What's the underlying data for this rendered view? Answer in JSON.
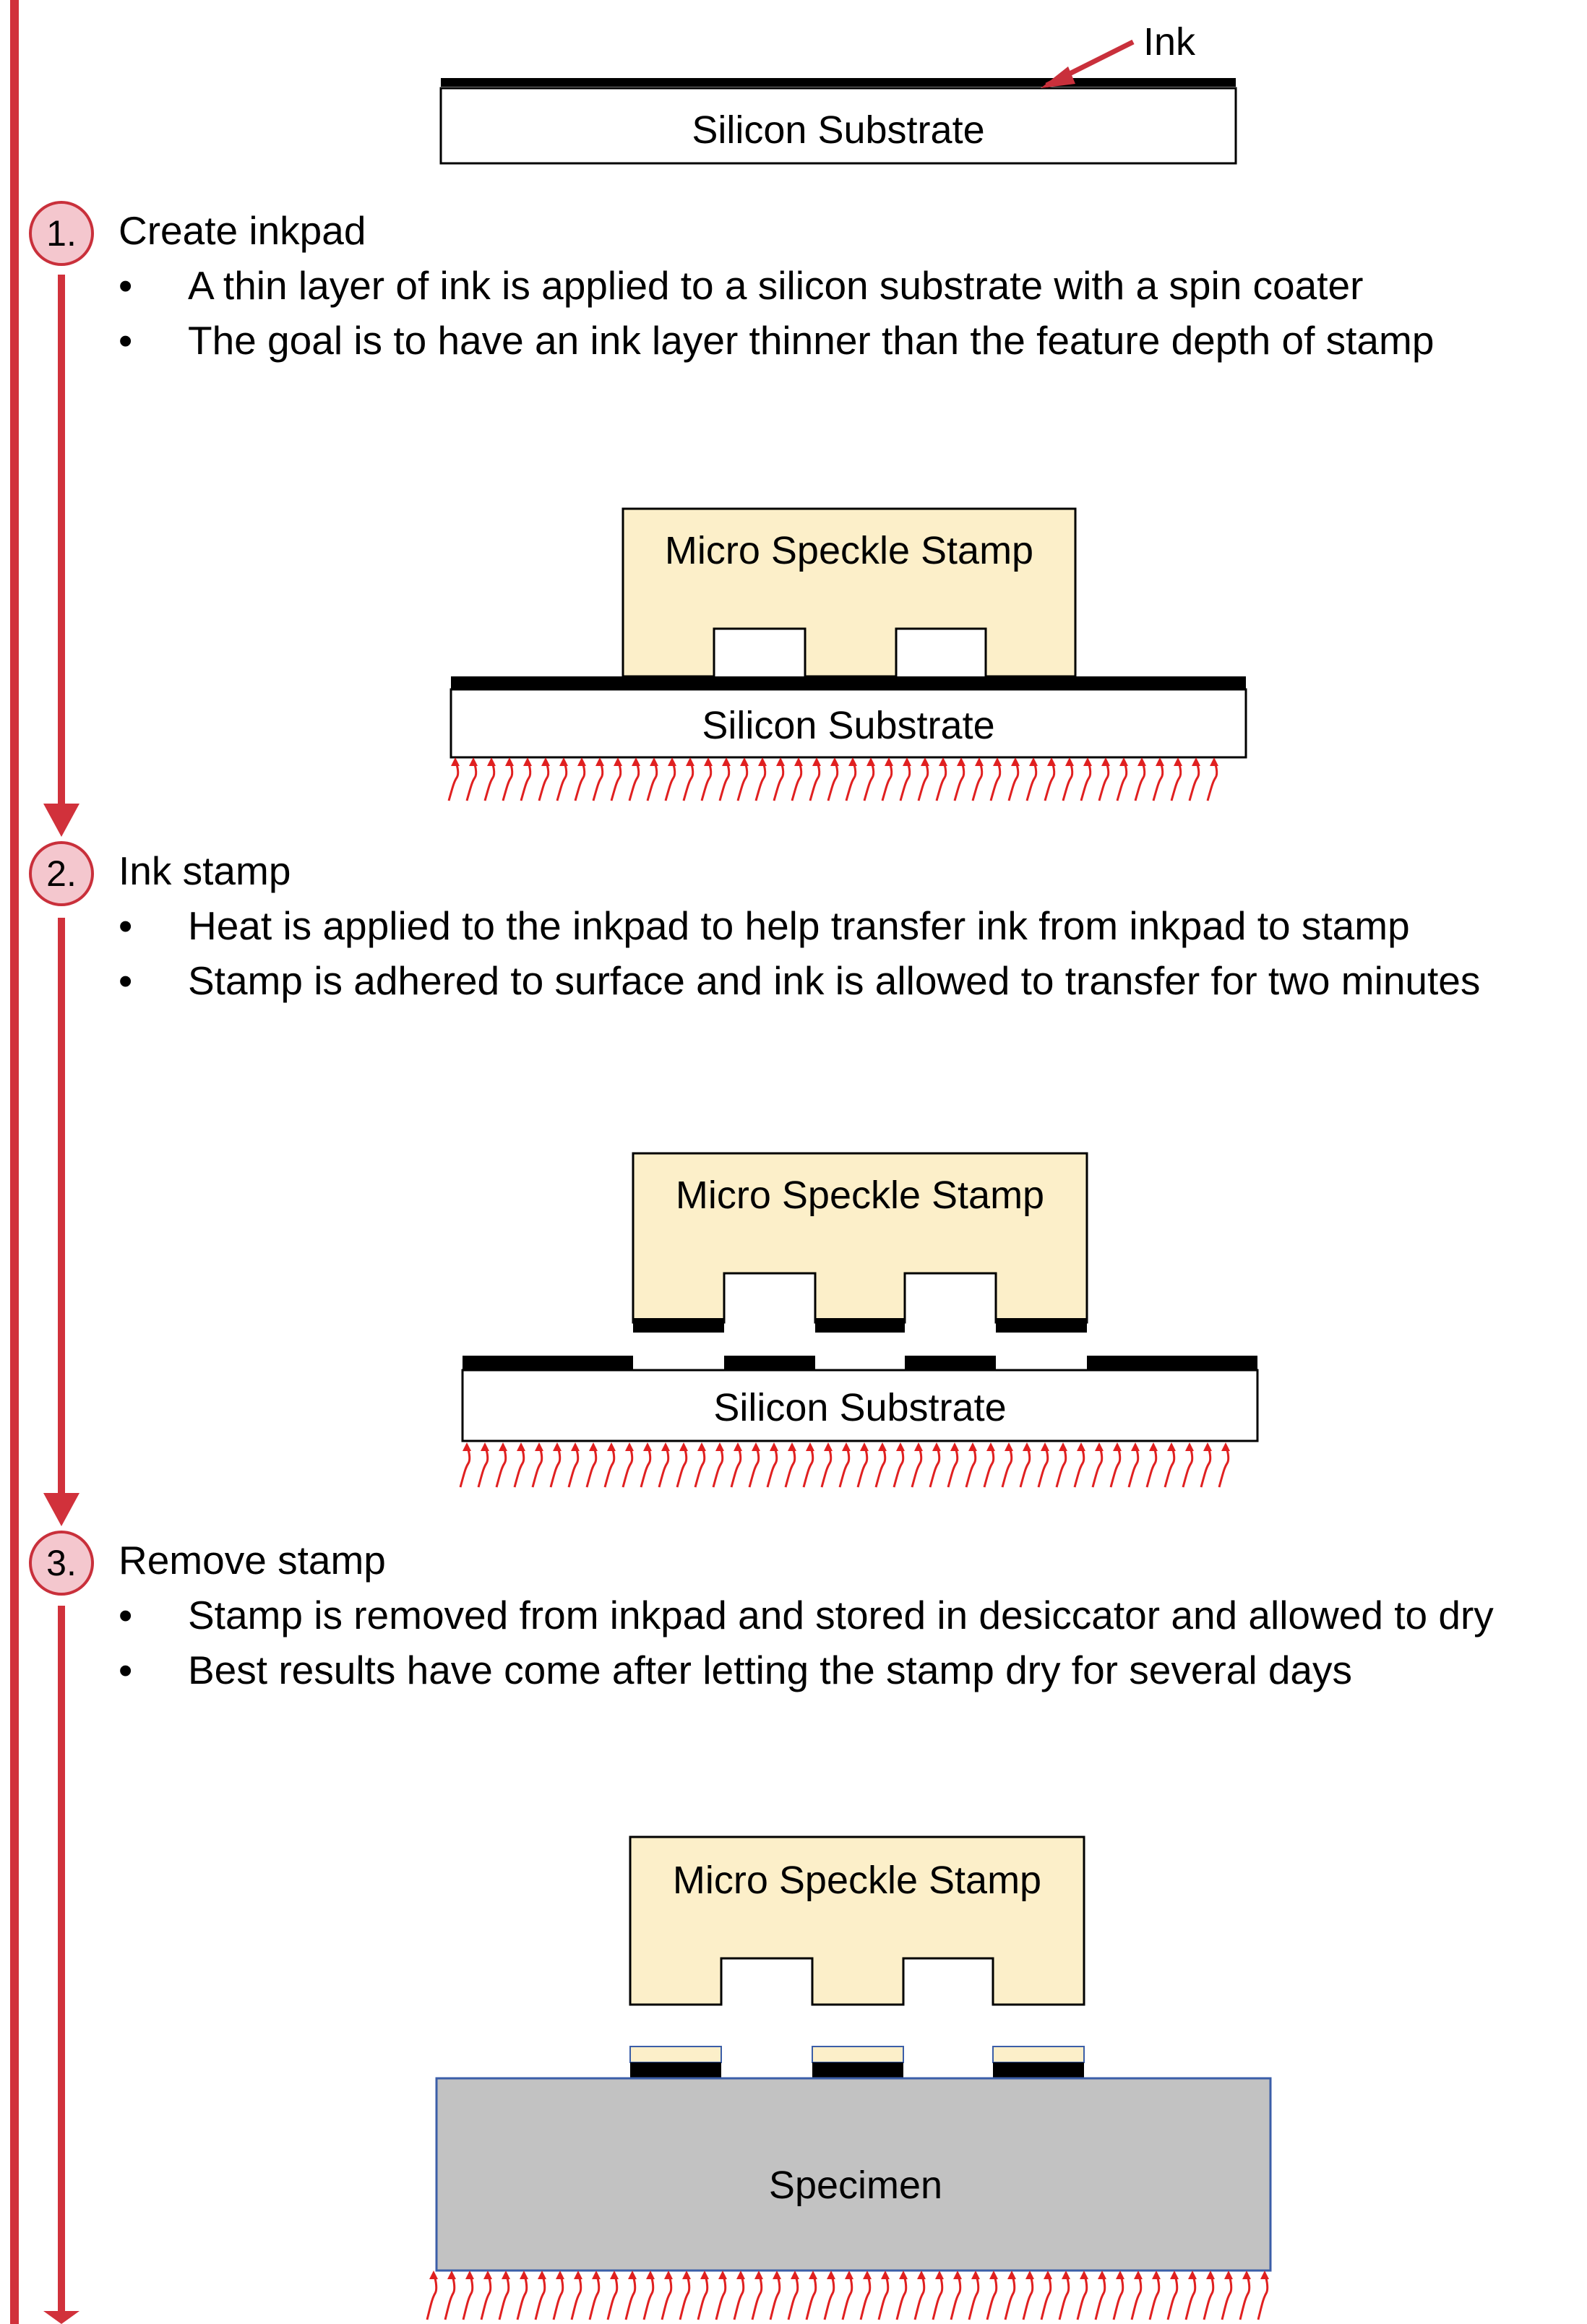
{
  "colors": {
    "timeline": "#d1313b",
    "step_circle_fill": "#f4c7ce",
    "stamp_fill": "#fcefc9",
    "ink": "#000000",
    "specimen_fill": "#c2c2c2",
    "specimen_border": "#3b5ea8",
    "heat_arrows": "#e02020"
  },
  "labels": {
    "ink": "Ink",
    "silicon_substrate": "Silicon Substrate",
    "micro_speckle_stamp": "Micro Speckle Stamp",
    "specimen": "Specimen"
  },
  "steps": [
    {
      "number": "1.",
      "title": "Create inkpad",
      "bullets": [
        "A thin layer of ink is applied to a silicon substrate with a spin coater",
        "The goal is to have an ink layer thinner than the feature depth of stamp"
      ]
    },
    {
      "number": "2.",
      "title": "Ink stamp",
      "bullets": [
        "Heat is applied to the inkpad to help transfer ink from inkpad to stamp",
        "Stamp is adhered to surface and ink is allowed to transfer for two minutes"
      ]
    },
    {
      "number": "3.",
      "title": "Remove stamp",
      "bullets": [
        "Stamp is removed from inkpad and stored in desiccator and allowed to dry",
        "Best results have come after letting the stamp dry for several days"
      ]
    }
  ],
  "bullet_symbol": "•"
}
